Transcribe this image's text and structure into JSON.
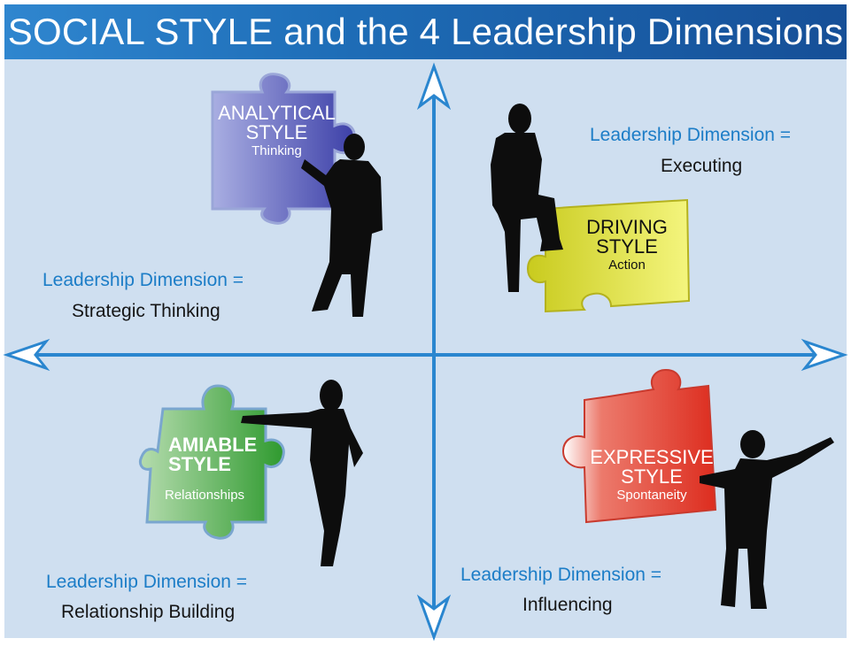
{
  "title": "SOCIAL STYLE and the 4 Leadership Dimensions",
  "quadrants": {
    "analytical": {
      "style_line1": "ANALYTICAL",
      "style_line2": "STYLE",
      "trait": "Thinking",
      "dimension_label": "Leadership Dimension =",
      "dimension_value": "Strategic Thinking",
      "piece_color": "#5b5fc0"
    },
    "driving": {
      "style_line1": "DRIVING",
      "style_line2": "STYLE",
      "trait": "Action",
      "dimension_label": "Leadership Dimension =",
      "dimension_value": "Executing",
      "piece_color": "#e3e64a"
    },
    "amiable": {
      "style_line1": "AMIABLE",
      "style_line2": "STYLE",
      "trait": "Relationships",
      "dimension_label": "Leadership Dimension =",
      "dimension_value": "Relationship Building",
      "piece_color": "#3aa33a"
    },
    "expressive": {
      "style_line1": "EXPRESSIVE",
      "style_line2": "STYLE",
      "trait": "Spontaneity",
      "dimension_label": "Leadership Dimension =",
      "dimension_value": "Influencing",
      "piece_color": "#e0382a"
    }
  },
  "colors": {
    "header": "#1e6db7",
    "background": "#cfdff0",
    "axis": "#2a86cf",
    "label_blue": "#1c7dc7"
  }
}
